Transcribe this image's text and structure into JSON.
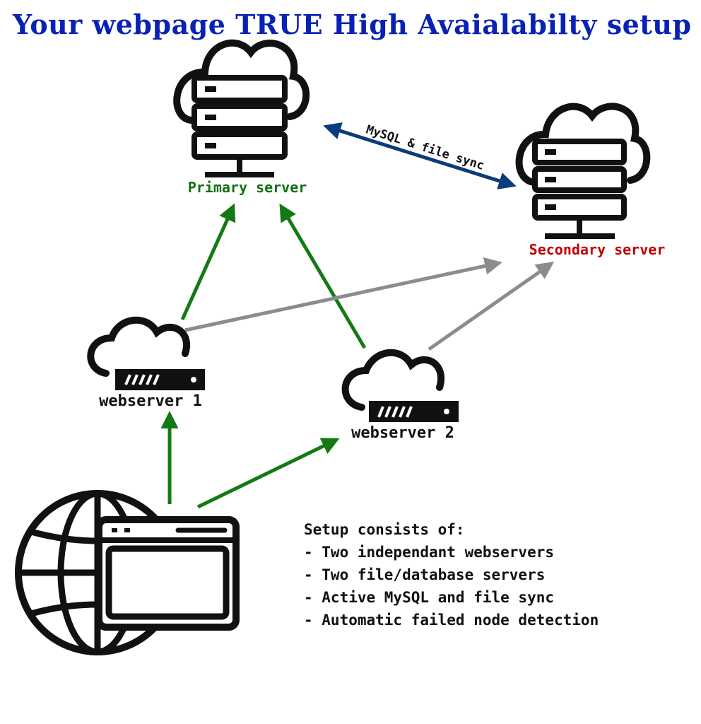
{
  "title": "Your webpage TRUE High Avaialabilty setup",
  "nodes": {
    "primary": {
      "label": "Primary server",
      "color": "#107010"
    },
    "secondary": {
      "label": "Secondary server",
      "color": "#c00000"
    },
    "web1": {
      "label": "webserver 1"
    },
    "web2": {
      "label": "webserver 2"
    }
  },
  "sync_label": "MySQL & file sync",
  "colors": {
    "title": "#0a22b4",
    "green_arrow": "#137a13",
    "gray_arrow": "#8c8c8c",
    "sync_arrow": "#0b3b7a",
    "icon": "#111111"
  },
  "info": {
    "heading": "Setup consists of:",
    "items": [
      "- Two independant webservers",
      "- Two file/database servers",
      "- Active MySQL and file sync",
      "- Automatic failed node detection"
    ]
  },
  "icons": [
    "cloud-server-icon",
    "cloud-server-icon",
    "cloud-rack-icon",
    "cloud-rack-icon",
    "globe-browser-icon"
  ]
}
